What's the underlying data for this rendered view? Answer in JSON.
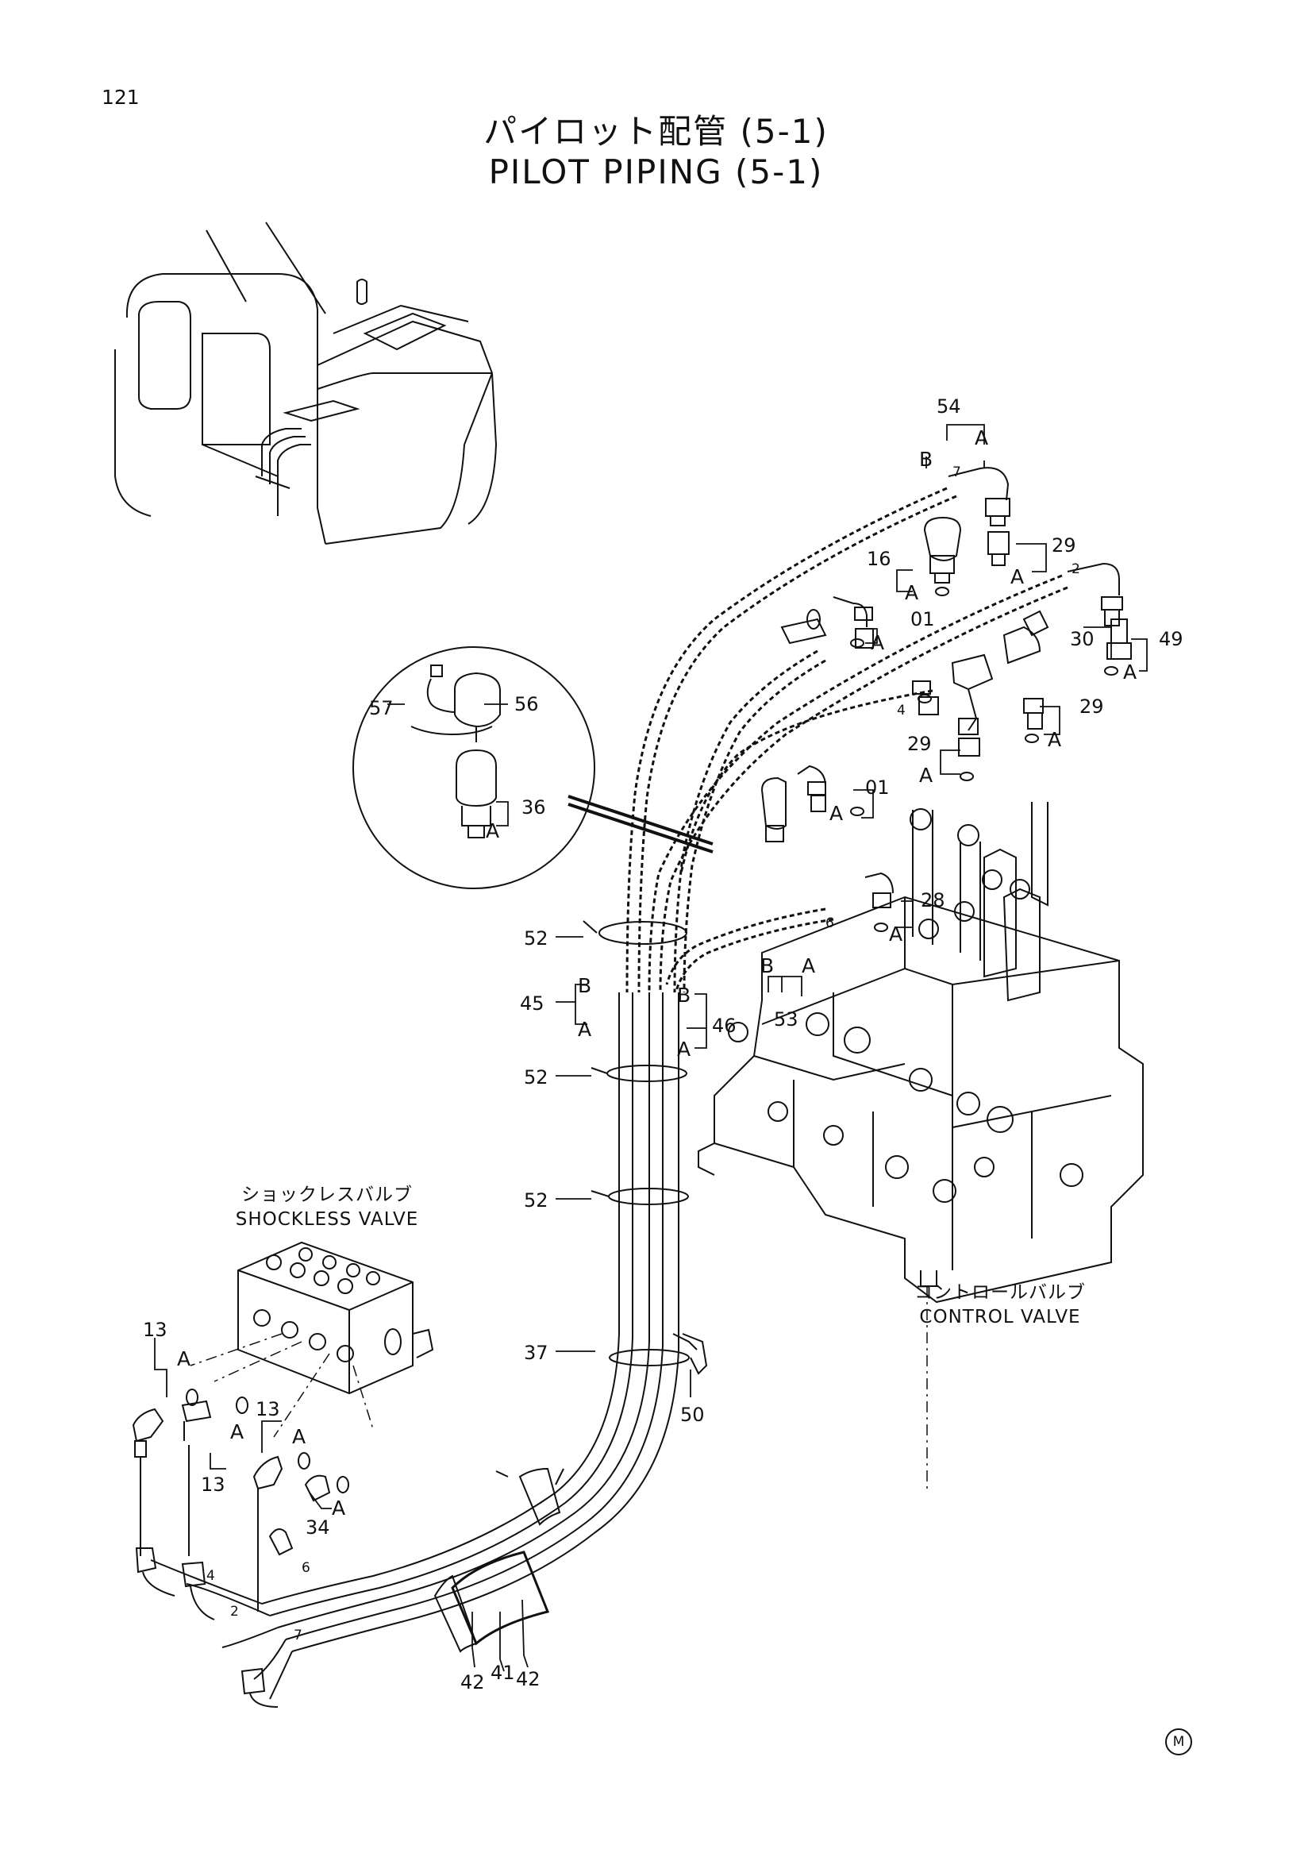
{
  "page_number": "121",
  "title_jp": "パイロット配管 (5-1)",
  "title_en": "PILOT PIPING (5-1)",
  "shockless_valve": {
    "jp": "ショックレスバルブ",
    "en": "SHOCKLESS VALVE"
  },
  "control_valve": {
    "jp": "コントロールバルブ",
    "en": "CONTROL VALVE"
  },
  "corner_mark": "M",
  "callouts": {
    "c54": "54",
    "c29a": "29",
    "c16": "16",
    "c01a": "01",
    "c30": "30",
    "c49": "49",
    "c57": "57",
    "c56": "56",
    "c36": "36",
    "c29b": "29",
    "c29c": "29",
    "c01b": "01",
    "c28": "28",
    "c52a": "52",
    "c45": "45",
    "c46": "46",
    "c53": "53",
    "c52b": "52",
    "c52c": "52",
    "c37": "37",
    "c50": "50",
    "c13a": "13",
    "c13b": "13",
    "c13c": "13",
    "c34": "34",
    "c42a": "42",
    "c41": "41",
    "c42b": "42"
  },
  "letters": {
    "a": "A",
    "b": "B"
  },
  "hose_marks": {
    "h7": "7",
    "h2": "2",
    "h4": "4",
    "h6": "6"
  }
}
